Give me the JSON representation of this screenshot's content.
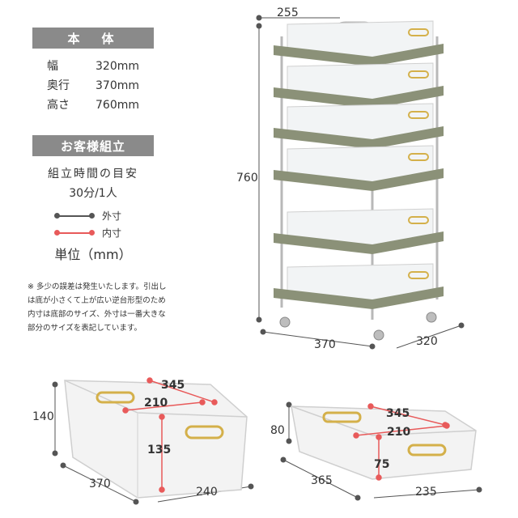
{
  "body_section": {
    "title": "本　体",
    "specs": [
      {
        "label": "幅",
        "value": "320mm"
      },
      {
        "label": "奥行",
        "value": "370mm"
      },
      {
        "label": "高さ",
        "value": "760mm"
      }
    ]
  },
  "assembly_section": {
    "title": "お客様組立",
    "time_label": "組立時間の目安",
    "time_value": "30分/1人",
    "legend_outer": "外寸",
    "legend_inner": "内寸",
    "unit": "単位（mm）"
  },
  "note": "※ 多少の誤差は発生いたします。引出しは底が小さくて上が広い逆台形型のため内寸は底部のサイズ、外寸は一番大きな部分のサイズを表記しています。",
  "cart_dims": {
    "top": "255",
    "height": "760",
    "depth": "370",
    "width": "320"
  },
  "large_drawer_dims": {
    "outer_height": "140",
    "outer_depth": "370",
    "outer_width": "240",
    "inner_depth": "345",
    "inner_width": "210",
    "inner_height": "135"
  },
  "small_drawer_dims": {
    "outer_height": "80",
    "outer_depth": "365",
    "outer_width": "235",
    "inner_depth": "345",
    "inner_width": "210",
    "inner_height": "75"
  },
  "colors": {
    "header_bg": "#8a8a8a",
    "outer_line": "#555555",
    "inner_line": "#e85a5a",
    "tray": "#8b9178",
    "frame": "#c0c0c0",
    "handle": "#d4b04a"
  }
}
